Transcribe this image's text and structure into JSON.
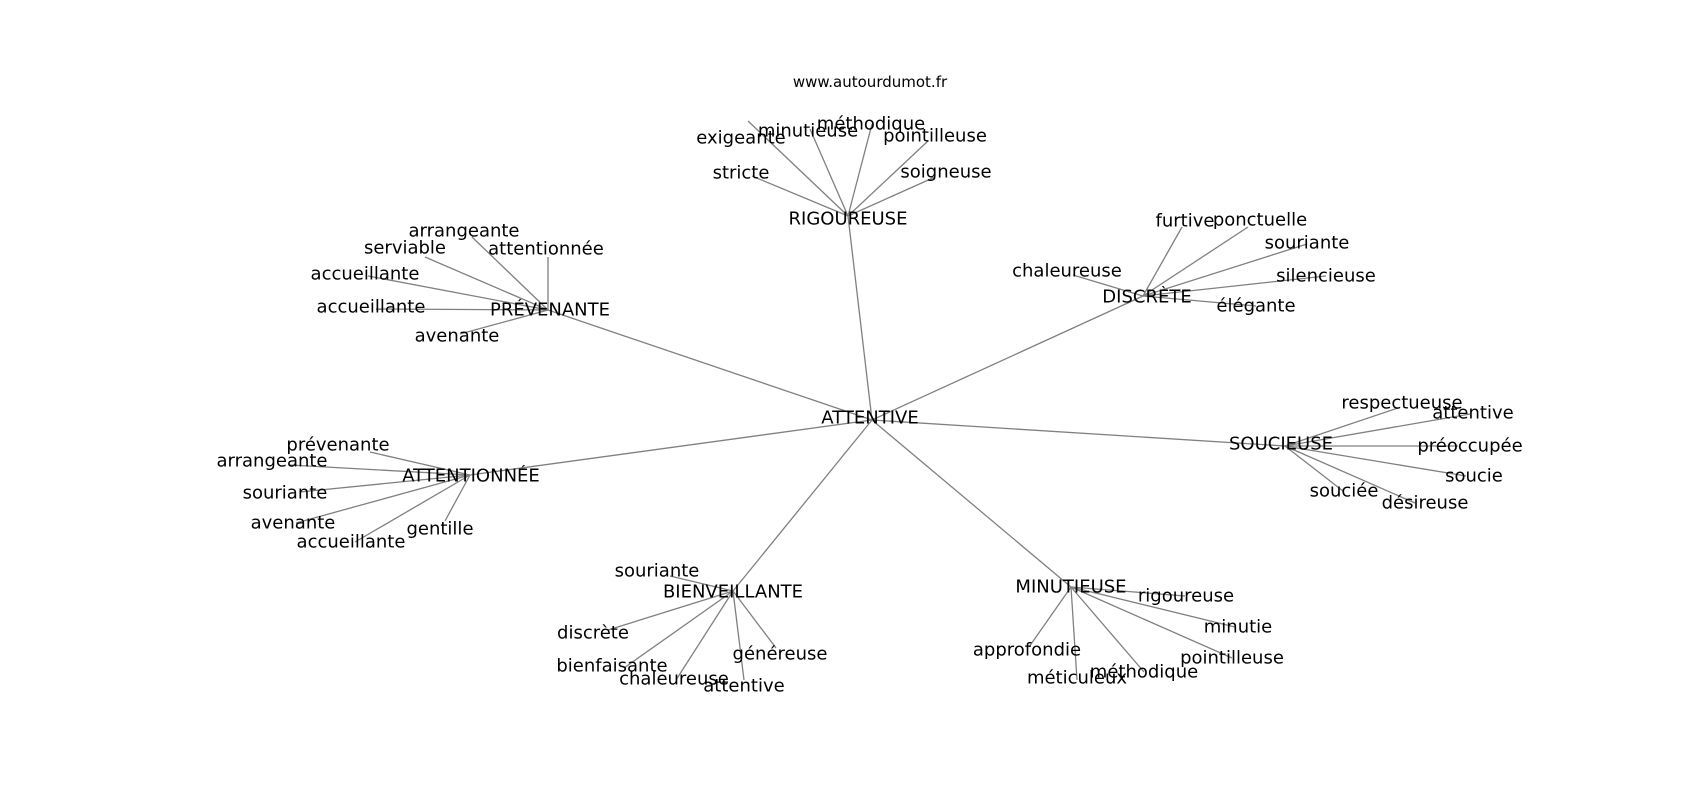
{
  "source": "www.autourdumot.fr",
  "center": "ATTENTIVE",
  "groups": [
    {
      "id": "rigoureuse",
      "label": "RIGOUREUSE",
      "words": [
        "exigeante",
        "minutieuse",
        "méthodique",
        "pointilleuse",
        "stricte",
        "soigneuse"
      ]
    },
    {
      "id": "prevenante",
      "label": "PRÉVENANTE",
      "words": [
        "arrangeante",
        "serviable",
        "attentionnée",
        "accueillante",
        "accueillante",
        "avenante"
      ]
    },
    {
      "id": "discrete",
      "label": "DISCRÈTE",
      "words": [
        "furtive",
        "ponctuelle",
        "souriante",
        "chaleureuse",
        "silencieuse",
        "élégante"
      ]
    },
    {
      "id": "soucieuse",
      "label": "SOUCIEUSE",
      "words": [
        "respectueuse",
        "attentive",
        "préoccupée",
        "soucie",
        "souciée",
        "désireuse"
      ]
    },
    {
      "id": "attentionnee",
      "label": "ATTENTIONNÉE",
      "words": [
        "prévenante",
        "arrangeante",
        "souriante",
        "avenante",
        "accueillante",
        "gentille"
      ]
    },
    {
      "id": "bienveillante",
      "label": "BIENVEILLANTE",
      "words": [
        "souriante",
        "discrète",
        "bienfaisante",
        "chaleureuse",
        "attentive",
        "généreuse"
      ]
    },
    {
      "id": "minutieuse",
      "label": "MINUTIEUSE",
      "words": [
        "rigoureuse",
        "minutie",
        "approfondie",
        "méticuleux",
        "méthodique",
        "pointilleuse"
      ]
    }
  ]
}
